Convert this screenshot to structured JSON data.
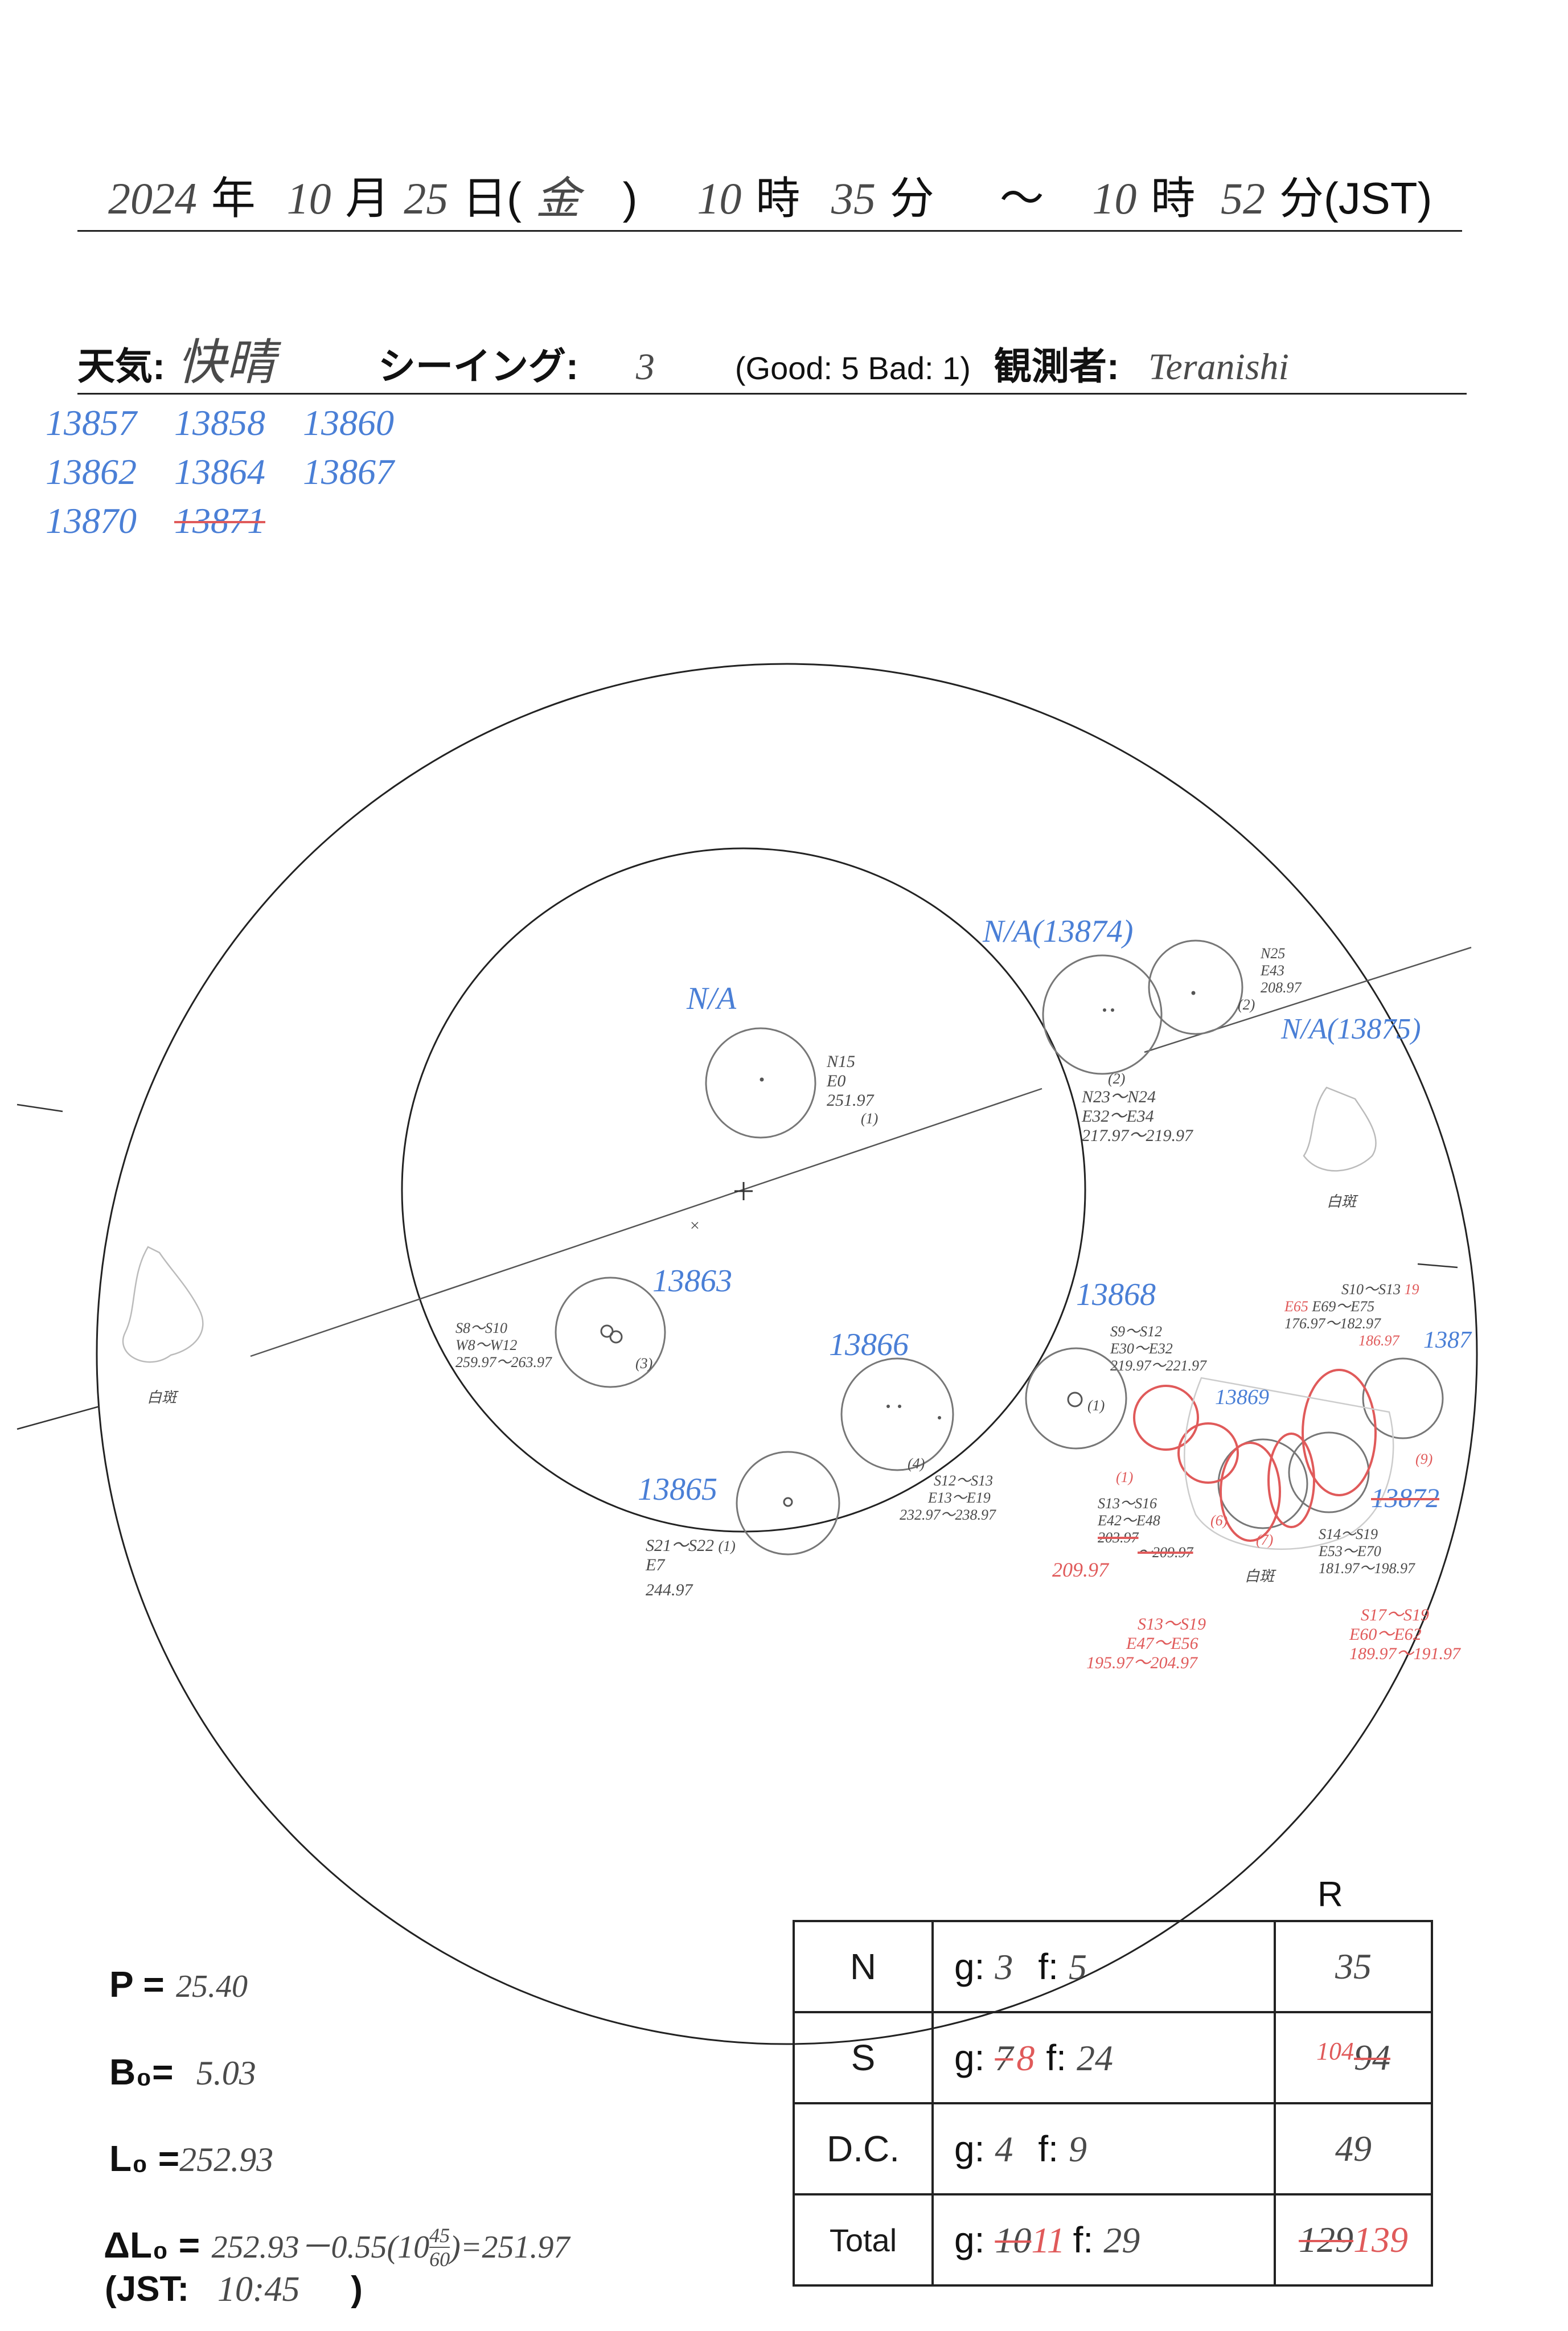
{
  "header": {
    "year": "2024",
    "year_unit": "年",
    "month": "10",
    "month_unit": "月",
    "day": "25",
    "day_unit": "日(",
    "weekday": "金",
    "weekday_close": ")",
    "start_hour": "10",
    "hour_unit": "時",
    "start_min": "35",
    "min_unit": "分",
    "tilde": "～",
    "end_hour": "10",
    "end_hour_unit": "時",
    "end_min": "52",
    "end_min_unit": "分(JST)"
  },
  "conditions": {
    "weather_label": "天気:",
    "weather_value": "快晴",
    "seeing_label": "シーイング:",
    "seeing_value": "3",
    "scale_text": "(Good: 5  Bad: 1)",
    "observer_label": "観測者:",
    "observer_value": "Teranishi"
  },
  "region_list": {
    "row1": [
      "13857",
      "13858",
      "13860"
    ],
    "row2": [
      "13862",
      "13864",
      "13867"
    ],
    "row3": [
      "13870",
      "13871"
    ]
  },
  "sketch": {
    "labels": {
      "na_center": "N/A",
      "na_13874": "N/A(13874)",
      "na_13875": "N/A(13875)",
      "r13863": "13863",
      "r13866": "13866",
      "r13865": "13865",
      "r13868": "13868",
      "r13869": "13869",
      "r1387x": "1387",
      "r13872": "13872"
    },
    "notes": {
      "na_center": [
        "N15",
        "E0",
        "251.97",
        "(1)"
      ],
      "na_13874": [
        "(2)",
        "N23～N24",
        "E32～E34",
        "217.97～219.97"
      ],
      "na_13875": [
        "N25",
        "E43",
        "208.97",
        "(2)"
      ],
      "r13863": [
        "S8～S10",
        "W8～W12",
        "259.97～263.97",
        "(3)"
      ],
      "r13866": [
        "(4)",
        "S12～S13",
        "E13～E19",
        "232.97～238.97"
      ],
      "r13865": [
        "S21～S22",
        "(1)",
        "E7",
        "244.97"
      ],
      "r13868": [
        "S9～S12",
        "E30～E32",
        "219.97～221.97",
        "(1)"
      ],
      "r13869": [
        "S13～S16",
        "E42～E48",
        "203.97",
        "～209.97",
        "209.97",
        "(1)",
        "(6)",
        "(7)"
      ],
      "east_top": [
        "S10～S13",
        "19",
        "E65",
        "E69～E75",
        "176.97～182.97",
        "186.97"
      ],
      "east_mid": [
        "S14～S19",
        "E53～E70",
        "181.97～198.97",
        "(9)"
      ],
      "east_red": [
        "S17～S19",
        "E60～E62",
        "189.97～191.97"
      ],
      "south_red": [
        "S13～S19",
        "E47～E56",
        "195.97～204.97"
      ],
      "faculae": [
        "白斑",
        "白斑",
        "白斑"
      ],
      "cross_mark": "×"
    }
  },
  "parameters": {
    "p_label": "P =",
    "p_value": "25.40",
    "b_label": "B₀=",
    "b_value": "5.03",
    "l_label": "L₀ =",
    "l_value": "252.93",
    "dl_label": "ΔL₀ =",
    "dl_expr": "252.93－0.55(10",
    "dl_frac_num": "45",
    "dl_frac_den": "60",
    "dl_result": ")=251.97",
    "jst_label": "(JST:",
    "jst_value": "10:45",
    "jst_close": ")"
  },
  "counts": {
    "r_header": "R",
    "rows": [
      {
        "label": "N",
        "g_label": "g:",
        "g": "3",
        "g_new": "",
        "f_label": "f:",
        "f": "5",
        "r_old": "",
        "r": "35"
      },
      {
        "label": "S",
        "g_label": "g:",
        "g": "7",
        "g_new": "8",
        "f_label": "f:",
        "f": "24",
        "r_old": "94",
        "r": "104"
      },
      {
        "label": "D.C.",
        "g_label": "g:",
        "g": "4",
        "g_new": "",
        "f_label": "f:",
        "f": "9",
        "r_old": "",
        "r": "49"
      },
      {
        "label": "Total",
        "g_label": "g:",
        "g": "10",
        "g_new": "11",
        "f_label": "f:",
        "f": "29",
        "r_old": "129",
        "r": "139"
      }
    ]
  },
  "colors": {
    "ink": "#4a4a4a",
    "blue": "#4a7fd6",
    "red": "#e05a5a",
    "rule": "#222222"
  }
}
